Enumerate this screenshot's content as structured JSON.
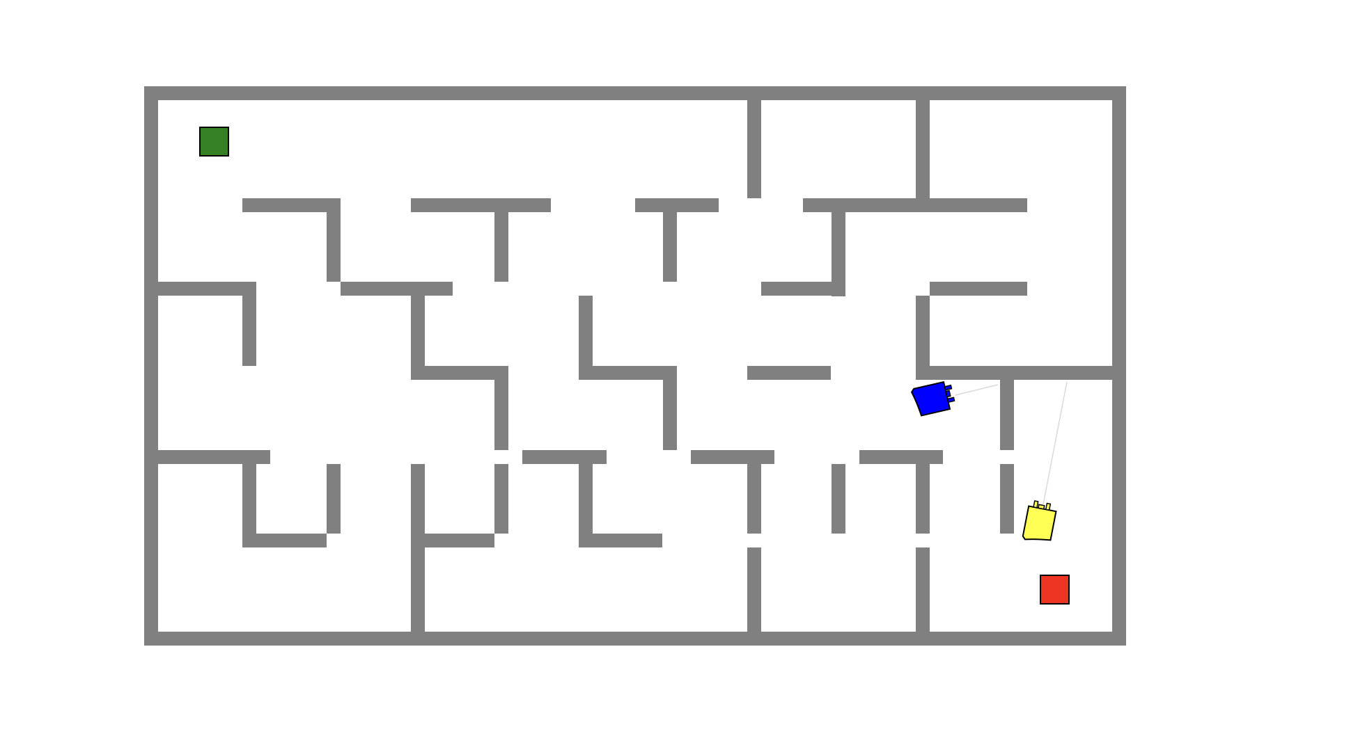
{
  "game": {
    "wall_color": "#808080",
    "background_color": "#ffffff",
    "sight_line_color": "#d9d9d9",
    "goal_green": {
      "label": "green-target",
      "color": "#358024"
    },
    "goal_red": {
      "label": "red-target",
      "color": "#ee3524"
    },
    "tank_blue": {
      "label": "blue-tank",
      "color": "#0000ff"
    },
    "tank_yellow": {
      "label": "yellow-tank",
      "color": "#ffff55"
    }
  }
}
